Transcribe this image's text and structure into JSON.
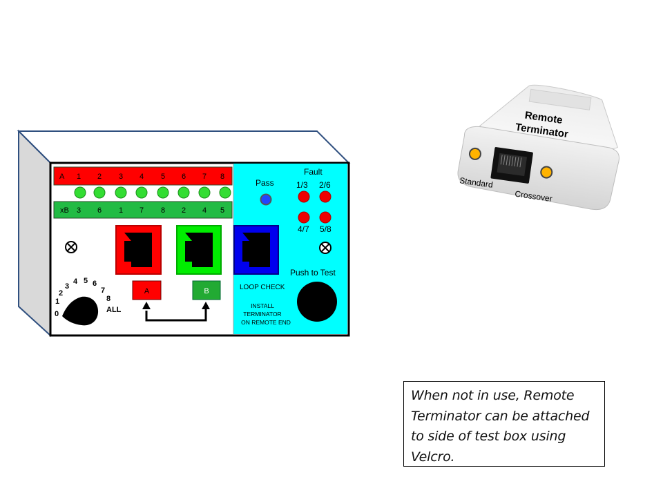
{
  "tester": {
    "row_a": {
      "label": "A",
      "pins": [
        "1",
        "2",
        "3",
        "4",
        "5",
        "6",
        "7",
        "8"
      ]
    },
    "row_b": {
      "label": "xB",
      "pins": [
        "3",
        "6",
        "1",
        "7",
        "8",
        "2",
        "4",
        "5"
      ]
    },
    "jack_a_label": "A",
    "jack_b_label": "B",
    "dial": {
      "positions": [
        "0",
        "1",
        "2",
        "3",
        "4",
        "5",
        "6",
        "7",
        "8"
      ],
      "all_label": "ALL"
    },
    "loop_check_label": "LOOP CHECK",
    "install_note": [
      "INSTALL",
      "TERMINATOR",
      "ON REMOTE END"
    ],
    "pass_label": "Pass",
    "fault_label": "Fault",
    "fault_pairs": [
      "1/3",
      "2/6",
      "4/7",
      "5/8"
    ],
    "push_to_test_label": "Push to Test"
  },
  "remote_terminator": {
    "title_line1": "Remote",
    "title_line2": "Terminator",
    "standard_label": "Standard",
    "crossover_label": "Crossover"
  },
  "note_text": "When not in use, Remote Terminator can be attached to side of test box using Velcro.",
  "colors": {
    "panel_red": "#ff0000",
    "panel_green": "#00cc00",
    "led_green": "#33dd33",
    "panel_cyan": "#00ffff",
    "loop_blue": "#0000ee",
    "fault_led": "#ee0000",
    "indicator_amber": "#ffb300",
    "box_side": "#d9d9d9"
  }
}
